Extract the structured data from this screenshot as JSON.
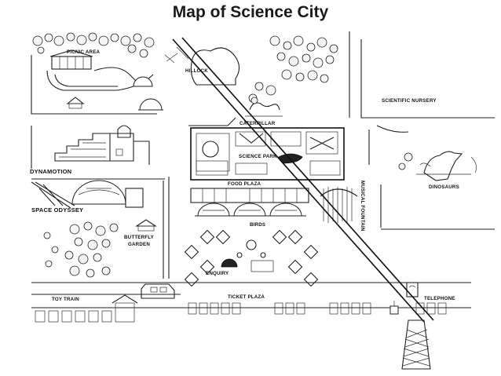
{
  "title": "Map of Science City",
  "labels": {
    "picnic_area": "PICNIC AREA",
    "hillock": "HILLOCK",
    "scientific_nursery": "SCIENTIFIC NURSERY",
    "caterpillar": "CATERPILLAR",
    "science_park": "SCIENCE PARK",
    "dynamotion": "DYNAMOTION",
    "space_odyssey": "SPACE ODYSSEY",
    "food_plaza": "FOOD PLAZA",
    "musical_fountain": "MUSICAL FOUNTAIN",
    "dinosaurs": "DINOSAURS",
    "birds": "BIRDS",
    "butterfly": "BUTTERFLY",
    "garden": "GARDEN",
    "enquiry": "ENQUIRY",
    "toy_train": "TOY TRAIN",
    "ticket_plaza": "TICKET PLAZA",
    "telephone": "TELEPHONE"
  },
  "colors": {
    "ink": "#222222",
    "paper": "#ffffff"
  }
}
